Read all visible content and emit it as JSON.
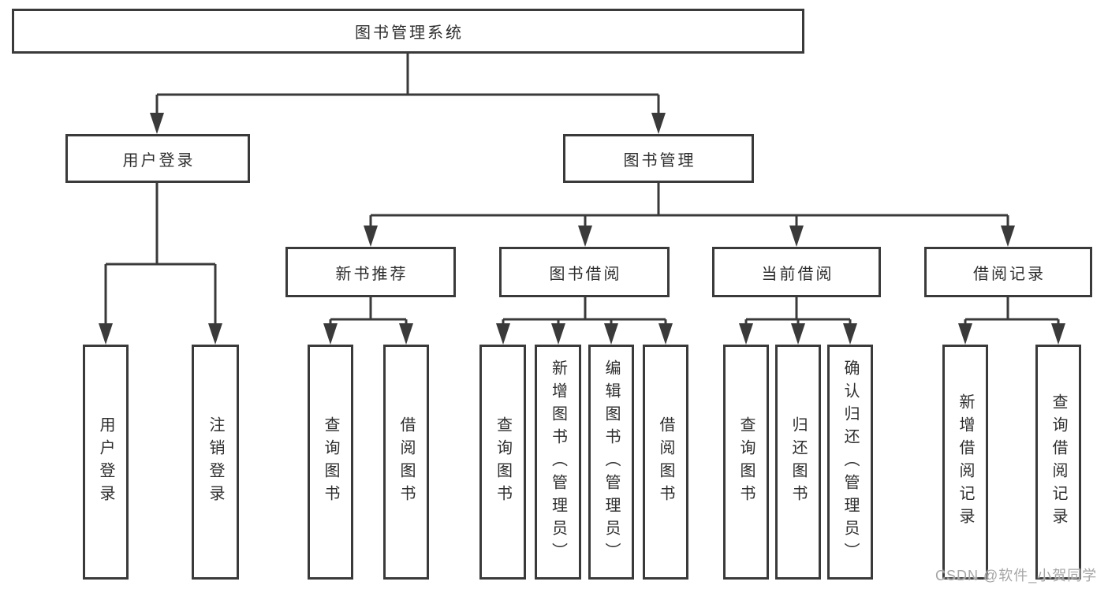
{
  "diagram": {
    "title": "图书管理系统",
    "tree": {
      "root": {
        "label": "图书管理系统"
      },
      "branches": [
        {
          "label": "用户登录",
          "leaves": [
            {
              "label": "用户登录"
            },
            {
              "label": "注销登录"
            }
          ]
        },
        {
          "label": "图书管理",
          "groups": [
            {
              "label": "新书推荐",
              "leaves": [
                {
                  "label": "查询图书"
                },
                {
                  "label": "借阅图书"
                }
              ]
            },
            {
              "label": "图书借阅",
              "leaves": [
                {
                  "label": "查询图书"
                },
                {
                  "label": "新增图书（管理员）"
                },
                {
                  "label": "编辑图书（管理员）"
                },
                {
                  "label": "借阅图书"
                }
              ]
            },
            {
              "label": "当前借阅",
              "leaves": [
                {
                  "label": "查询图书"
                },
                {
                  "label": "归还图书"
                },
                {
                  "label": "确认归还（管理员）"
                }
              ]
            },
            {
              "label": "借阅记录",
              "leaves": [
                {
                  "label": "新增借阅记录"
                },
                {
                  "label": "查询借阅记录"
                }
              ]
            }
          ]
        }
      ]
    },
    "colors": {
      "line": "#3a3a3a",
      "box_border": "#3a3a3a",
      "text": "#2e2e2e",
      "background": "#ffffff",
      "watermark_text_color": "#a6a6a6"
    }
  },
  "watermark": {
    "text": "CSDN @软件_小贺同学"
  }
}
